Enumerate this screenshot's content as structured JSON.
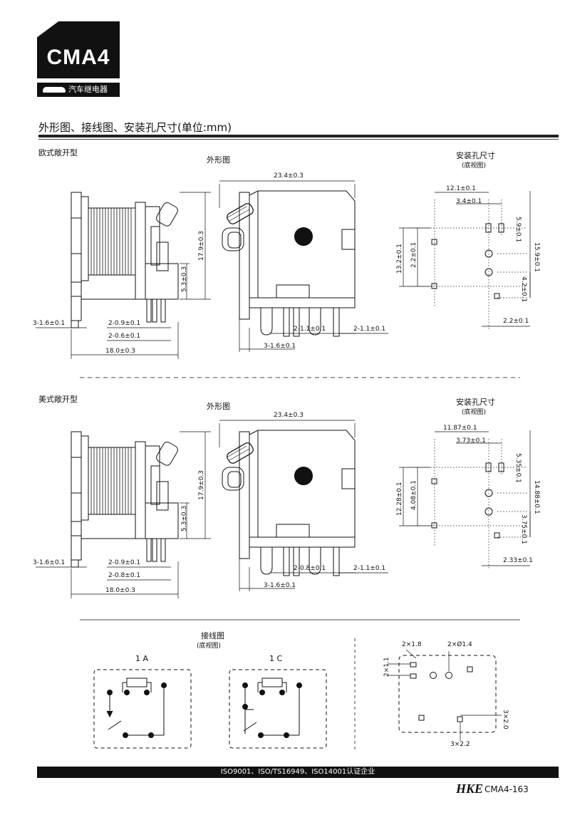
{
  "logo": {
    "title": "CMA4",
    "subtitle": "汽车继电器"
  },
  "section_title": "外形图、接线图、安装孔尺寸(单位:mm)",
  "eu": {
    "type_label": "欧式敞开型",
    "outline_label": "外形图",
    "mount_label": "安装孔尺寸",
    "bottom_view": "(底视图)",
    "dims": {
      "width_top": "23.4±0.3",
      "height": "17.9±0.3",
      "pin_height": "5.3±0.3",
      "pin3": "3-1.6±0.1",
      "pin2a": "2-0.9±0.1",
      "pin2b": "2-0.6±0.1",
      "base": "18.0±0.3",
      "front_pin_a": "2-1.1±0.1",
      "front_pin_b": "2-1.1±0.1",
      "front_pin3": "3-1.6±0.1",
      "m1": "12.1±0.1",
      "m2": "3.4±0.1",
      "m3": "5.9±0.1",
      "m4": "13.2±0.1",
      "m5": "2.2±0.1",
      "m6": "15.9±0.1",
      "m7": "4.2±0.1",
      "m8": "2.2±0.1"
    }
  },
  "us": {
    "type_label": "美式敞开型",
    "outline_label": "外形图",
    "mount_label": "安装孔尺寸",
    "bottom_view": "(底视图)",
    "dims": {
      "width_top": "23.4±0.3",
      "height": "17.9±0.3",
      "pin_height": "5.3±0.3",
      "pin3": "3-1.6±0.1",
      "pin2a": "2-0.9±0.1",
      "pin2b": "2-0.8±0.1",
      "base": "18.0±0.3",
      "front_pin_a": "2-0.8±0.1",
      "front_pin_b": "2-1.1±0.1",
      "front_pin3": "3-1.6±0.1",
      "m1": "11.87±0.1",
      "m2": "3.73±0.1",
      "m3": "5.35±0.1",
      "m4": "12.28±0.1",
      "m5": "4.08±0.1",
      "m6": "14.88±0.1",
      "m7": "3.75±0.1",
      "m8": "2.33±0.1"
    }
  },
  "wiring": {
    "title": "接线图",
    "bottom_view": "(底视图)",
    "d1_label": "1 A",
    "d2_label": "1 C",
    "pcb": {
      "a": "2×1.8",
      "b": "2×Ø1.4",
      "c": "2×1.1",
      "d": "3×2.0",
      "e": "3×2.2"
    }
  },
  "footer": {
    "cert": "ISO9001、ISO/TS16949、ISO14001认证企业",
    "brand": "HKE",
    "page": "CMA4-163"
  }
}
